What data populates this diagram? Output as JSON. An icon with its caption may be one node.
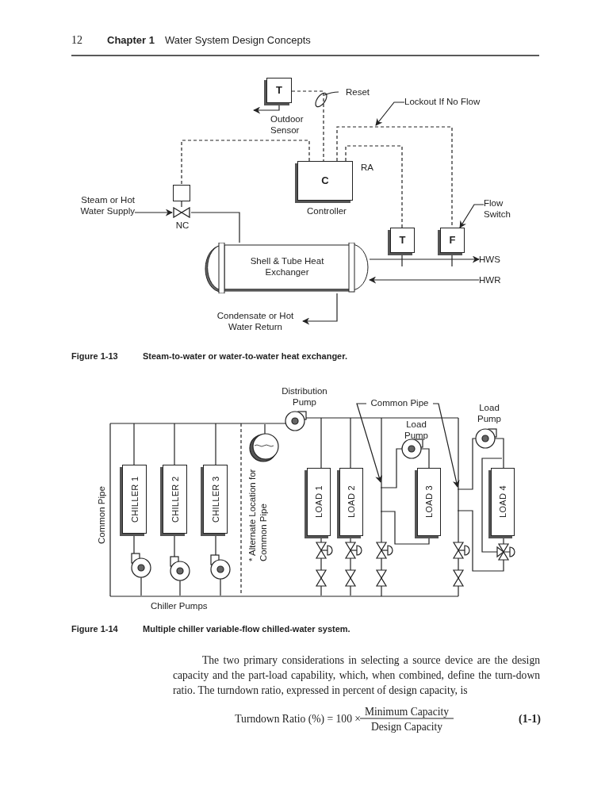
{
  "diagram": {
    "nodes": [
      {
        "text": [
          "T"
        ],
        "beside": [
          "Outdoor Sensor"
        ]
      },
      {
        "text": [
          "C"
        ],
        "beside": [
          "RA",
          "Controller"
        ]
      },
      {
        "text": [],
        "shape": "box"
      },
      {
        "text": [],
        "shape": "valve",
        "beside": [
          "NC"
        ]
      },
      {
        "text": [
          "Steam or Hot Water Supply"
        ]
      },
      {
        "text": [
          "Shell & Tube Heat Exchanger"
        ]
      },
      {
        "text": [
          "T"
        ]
      },
      {
        "text": [
          "F"
        ]
      },
      {
        "text": [
          "Flow Switch"
        ]
      },
      {
        "text": [
          "HWS"
        ]
      },
      {
        "text": [
          "HWR"
        ]
      },
      {
        "text": [
          "Condensate or Hot Water Return"
        ]
      },
      {
        "text": [
          "Lockout If No Flow"
        ]
      },
      {
        "text": [
          "CHILLER 1"
        ]
      },
      {
        "text": [
          "CHILLER 2"
        ]
      },
      {
        "text": [
          "CHILLER 3"
        ]
      },
      {
        "text": [
          "LOAD 1"
        ]
      },
      {
        "text": [
          "LOAD 2"
        ]
      },
      {
        "text": [
          "LOAD 3"
        ]
      },
      {
        "text": [
          "LOAD 4"
        ]
      },
      {
        "text": [
          "Common Pipe"
        ]
      },
      {
        "text": [],
        "shape": "bar"
      },
      {
        "text": [],
        "shape": "bar"
      },
      {
        "text": [],
        "shape": "pipe"
      },
      {
        "text": [],
        "shape": "pipe"
      }
    ],
    "edges": [
      {
        "from": 0,
        "to": 1,
        "arrow": "none",
        "style": "dashed"
      },
      {
        "from": 1,
        "to": 2,
        "arrow": "none",
        "style": "dashed"
      },
      {
        "from": 1,
        "to": 6,
        "arrow": "none",
        "style": "dashed"
      },
      {
        "from": 1,
        "to": 7,
        "arrow": "none",
        "style": "dashed"
      },
      {
        "from": 2,
        "to": 3,
        "arrow": "none"
      },
      {
        "from": 4,
        "to": 3,
        "arrow": "to"
      },
      {
        "from": 3,
        "to": 5,
        "arrow": "none"
      },
      {
        "from": 5,
        "to": 9,
        "arrow": "to"
      },
      {
        "from": 10,
        "to": 5,
        "arrow": "to"
      },
      {
        "from": 5,
        "to": 11,
        "arrow": "to"
      },
      {
        "from": 8,
        "to": 7,
        "arrow": "to"
      },
      {
        "from": 12,
        "to": null,
        "arrow": "to"
      },
      {
        "from": 20,
        "to": 23,
        "arrow": "to"
      },
      {
        "from": 20,
        "to": 24,
        "arrow": "to"
      },
      {
        "from": 0,
        "to": null,
        "arrow": "to"
      },
      {
        "from": 21,
        "to": 22,
        "arrow": "none"
      },
      {
        "from": 21,
        "to": 22,
        "arrow": "none",
        "style": "dashed"
      },
      {
        "from": 21,
        "to": 13,
        "arrow": "none"
      },
      {
        "from": 13,
        "to": 22,
        "arrow": "none"
      },
      {
        "from": 21,
        "to": 14,
        "arrow": "none"
      },
      {
        "from": 14,
        "to": 22,
        "arrow": "none"
      },
      {
        "from": 21,
        "to": 15,
        "arrow": "none"
      },
      {
        "from": 15,
        "to": 22,
        "arrow": "none"
      },
      {
        "from": 21,
        "to": 16,
        "arrow": "none"
      },
      {
        "from": 16,
        "to": 22,
        "arrow": "none"
      },
      {
        "from": 21,
        "to": 17,
        "arrow": "none"
      },
      {
        "from": 17,
        "to": 22,
        "arrow": "none"
      },
      {
        "from": 23,
        "to": 18,
        "arrow": "none"
      },
      {
        "from": 18,
        "to": 23,
        "arrow": "none"
      },
      {
        "from": 24,
        "to": 19,
        "arrow": "none"
      },
      {
        "from": 19,
        "to": 24,
        "arrow": "none"
      }
    ],
    "labels": [
      "12",
      "Chapter 1",
      "Water System Design Concepts",
      "Reset",
      "Figure 1-13",
      "Steam-to-water or water-to-water heat exchanger.",
      "Distribution Pump",
      "Load Pump",
      "Load Pump",
      "Common Pipe",
      "* Alternate Location for Common Pipe",
      "Chiller Pumps",
      "Figure 1-14",
      "Multiple chiller variable-flow chilled-water system.",
      "The two primary considerations in selecting a source device are the design capacity and the part-load capability, which, when combined, define the turn-down ratio. The turndown ratio, expressed in percent of design capacity, is",
      "Turndown Ratio (%) = 100 ×",
      "Minimum Capacity",
      "Design Capacity",
      "(1-1)"
    ]
  }
}
